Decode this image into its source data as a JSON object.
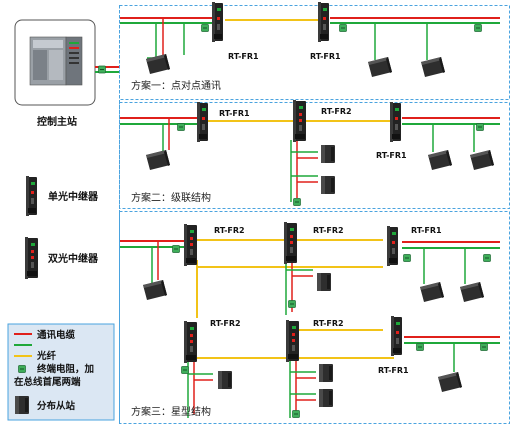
{
  "master": {
    "label": "控制主站"
  },
  "device_types": {
    "single": "单光中继器",
    "dual": "双光中继器"
  },
  "schemes": {
    "s1": {
      "title": "方案一：点对点通讯",
      "rep1": "RT-FR1",
      "rep2": "RT-FR1"
    },
    "s2": {
      "title": "方案二：级联结构",
      "rep1": "RT-FR1",
      "rep2": "RT-FR2",
      "rep3": "RT-FR1"
    },
    "s3": {
      "title": "方案三：星型结构",
      "r1": "RT-FR2",
      "r2": "RT-FR2",
      "r3": "RT-FR1",
      "r4": "RT-FR2",
      "r5": "RT-FR2",
      "r6": "RT-FR1"
    }
  },
  "legend": {
    "cable": "通讯电缆",
    "fiber": "光纤",
    "terminator_line1": "终端电阻，加",
    "terminator_line2": "在总线首尾两端",
    "slave": "分布从站"
  },
  "colors": {
    "red_cable": "#e0201b",
    "green_cable": "#1fa83a",
    "fiber": "#f2c318",
    "frame": "#4aa3df",
    "legend_bg": "#dbe7f3"
  }
}
